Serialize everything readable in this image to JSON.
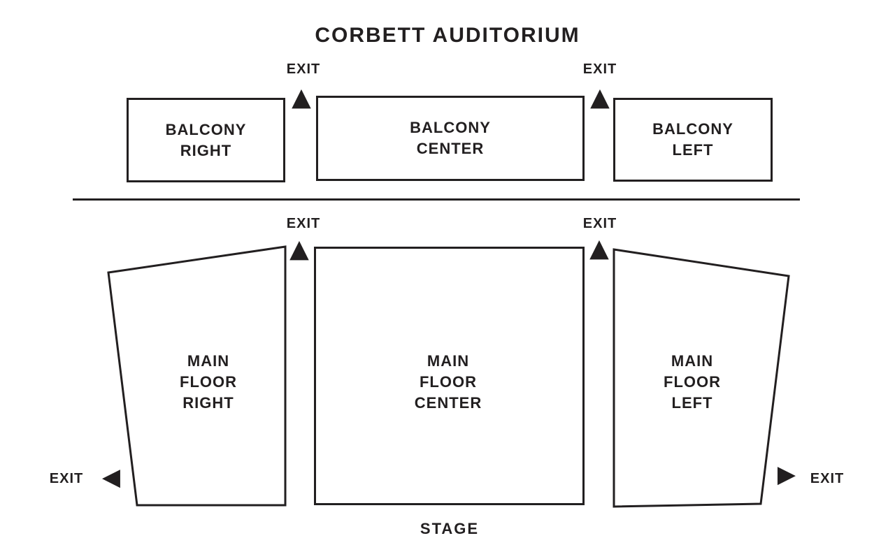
{
  "title": "CORBETT AUDITORIUM",
  "stage_label": "STAGE",
  "exit_label": "EXIT",
  "colors": {
    "ink": "#221F20",
    "background": "#FFFFFF"
  },
  "icons": {
    "arrow_up": "▲",
    "arrow_left": "◀",
    "arrow_right": "▶"
  },
  "balcony": {
    "right": {
      "lines": [
        "BALCONY",
        "RIGHT"
      ]
    },
    "center": {
      "lines": [
        "BALCONY",
        "CENTER"
      ]
    },
    "left": {
      "lines": [
        "BALCONY",
        "LEFT"
      ]
    }
  },
  "main_floor": {
    "right": {
      "lines": [
        "MAIN",
        "FLOOR",
        "RIGHT"
      ]
    },
    "center": {
      "lines": [
        "MAIN",
        "FLOOR",
        "CENTER"
      ]
    },
    "left": {
      "lines": [
        "MAIN",
        "FLOOR",
        "LEFT"
      ]
    }
  }
}
